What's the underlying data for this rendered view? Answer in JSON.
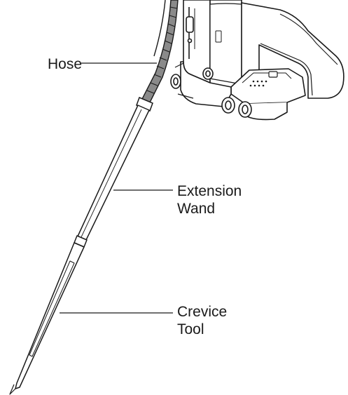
{
  "figure": {
    "labels": {
      "hose": "Hose",
      "extension_wand_line1": "Extension",
      "extension_wand_line2": "Wand",
      "crevice_tool_line1": "Crevice",
      "crevice_tool_line2": "Tool"
    },
    "colors": {
      "ink": "#1a1a1a",
      "background": "#ffffff",
      "hose_shade": "#8a8a8a"
    }
  }
}
